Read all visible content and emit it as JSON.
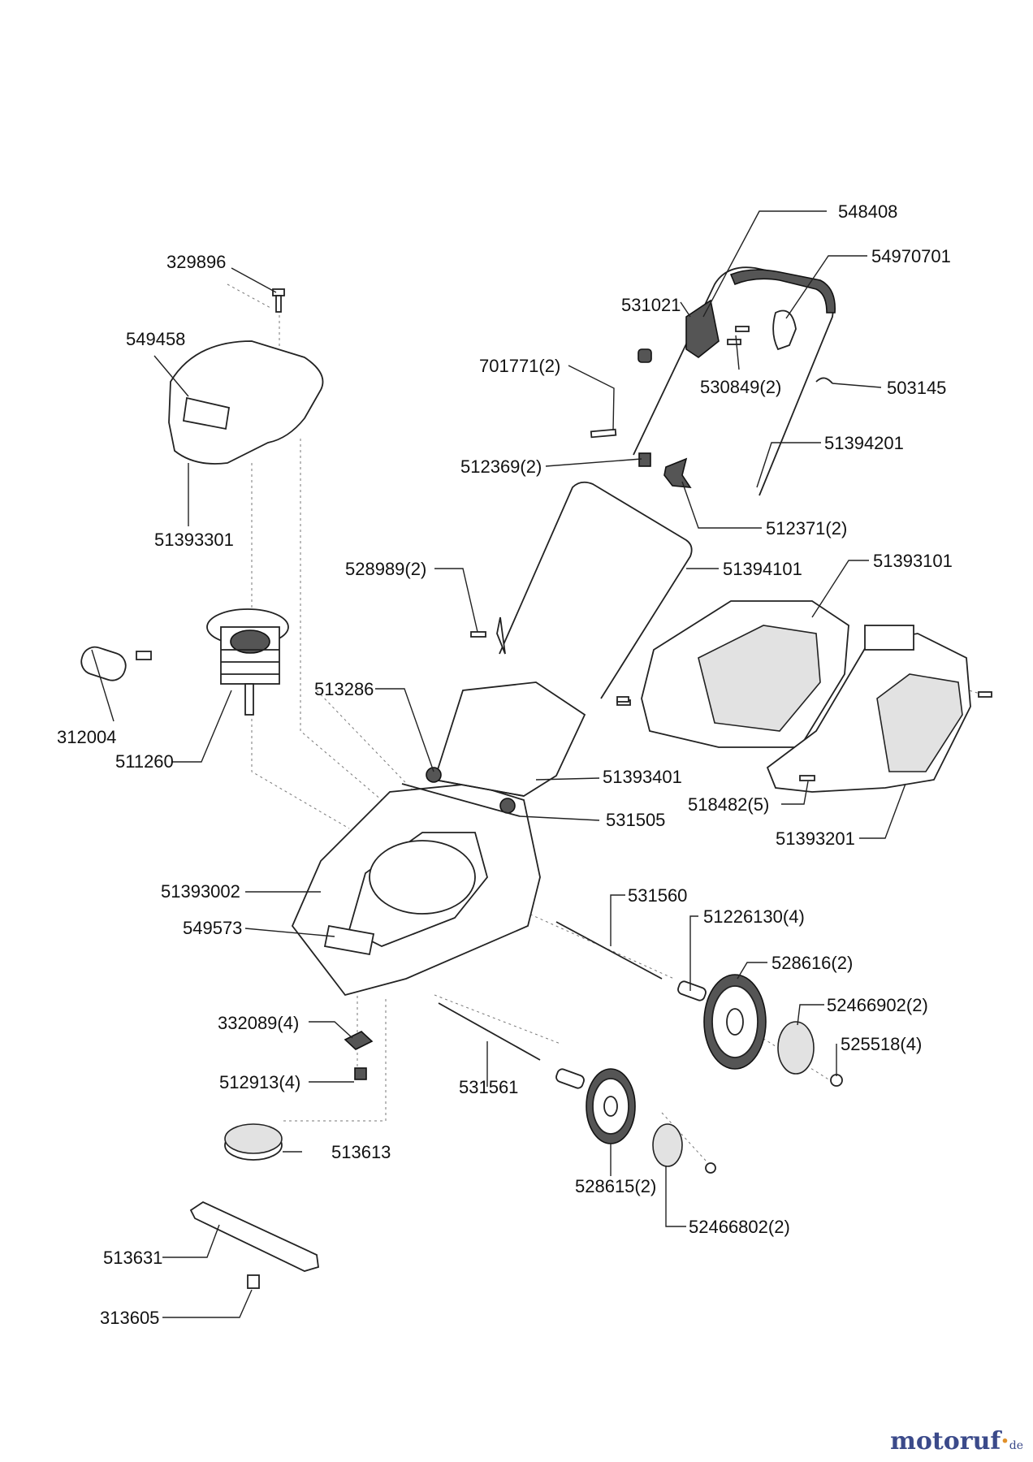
{
  "parts": [
    {
      "id": "329896",
      "label": "329896"
    },
    {
      "id": "549458",
      "label": "549458"
    },
    {
      "id": "51393301",
      "label": "51393301"
    },
    {
      "id": "312004",
      "label": "312004"
    },
    {
      "id": "511260",
      "label": "511260"
    },
    {
      "id": "513286",
      "label": "513286"
    },
    {
      "id": "51393401",
      "label": "51393401"
    },
    {
      "id": "531505",
      "label": "531505"
    },
    {
      "id": "51393002",
      "label": "51393002"
    },
    {
      "id": "549573",
      "label": "549573"
    },
    {
      "id": "332089",
      "label": "332089(4)"
    },
    {
      "id": "512913",
      "label": "512913(4)"
    },
    {
      "id": "513613",
      "label": "513613"
    },
    {
      "id": "513631",
      "label": "513631"
    },
    {
      "id": "313605",
      "label": "313605"
    },
    {
      "id": "548408",
      "label": "548408"
    },
    {
      "id": "54970701",
      "label": "54970701"
    },
    {
      "id": "531021",
      "label": "531021"
    },
    {
      "id": "701771",
      "label": "701771(2)"
    },
    {
      "id": "530849",
      "label": "530849(2)"
    },
    {
      "id": "503145",
      "label": "503145"
    },
    {
      "id": "51394201",
      "label": "51394201"
    },
    {
      "id": "512369",
      "label": "512369(2)"
    },
    {
      "id": "512371",
      "label": "512371(2)"
    },
    {
      "id": "528989",
      "label": "528989(2)"
    },
    {
      "id": "51394101",
      "label": "51394101"
    },
    {
      "id": "51393101",
      "label": "51393101"
    },
    {
      "id": "518482",
      "label": "518482(5)"
    },
    {
      "id": "51393201",
      "label": "51393201"
    },
    {
      "id": "531560",
      "label": "531560"
    },
    {
      "id": "51226130",
      "label": "51226130(4)"
    },
    {
      "id": "528616",
      "label": "528616(2)"
    },
    {
      "id": "52466902",
      "label": "52466902(2)"
    },
    {
      "id": "525518",
      "label": "525518(4)"
    },
    {
      "id": "531561",
      "label": "531561"
    },
    {
      "id": "528615",
      "label": "528615(2)"
    },
    {
      "id": "52466802",
      "label": "52466802(2)"
    }
  ],
  "watermark": {
    "name": "motoruf",
    "dot": "·",
    "tld": "de"
  }
}
